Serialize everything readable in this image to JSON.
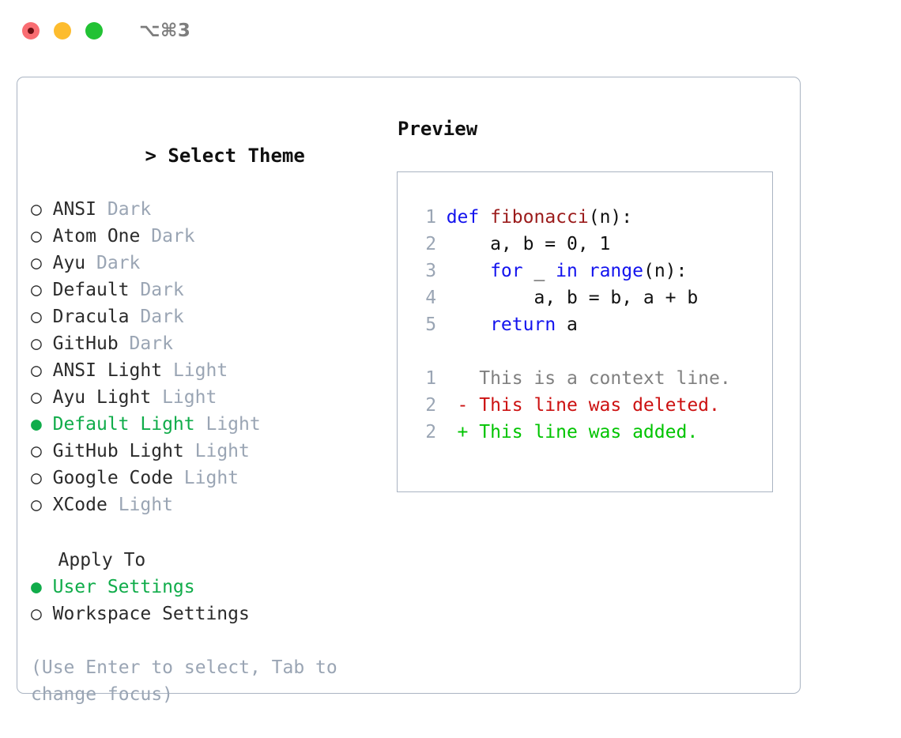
{
  "titlebar": {
    "buttons": [
      "close",
      "minimize",
      "maximize"
    ],
    "shortcut": "⌥⌘3"
  },
  "theme_list": {
    "header": "> Select Theme",
    "caret": ">",
    "header_label": "Select Theme",
    "marker_unselected": "○",
    "marker_selected": "●",
    "accent_color": "#10ac4a",
    "tag_color": "#9aa5b4",
    "items": [
      {
        "name": "ANSI",
        "tag": "Dark",
        "selected": false
      },
      {
        "name": "Atom One",
        "tag": "Dark",
        "selected": false
      },
      {
        "name": "Ayu",
        "tag": "Dark",
        "selected": false
      },
      {
        "name": "Default",
        "tag": "Dark",
        "selected": false
      },
      {
        "name": "Dracula",
        "tag": "Dark",
        "selected": false
      },
      {
        "name": "GitHub",
        "tag": "Dark",
        "selected": false
      },
      {
        "name": "ANSI Light",
        "tag": "Light",
        "selected": false
      },
      {
        "name": "Ayu Light",
        "tag": "Light",
        "selected": false
      },
      {
        "name": "Default Light",
        "tag": "Light",
        "selected": true
      },
      {
        "name": "GitHub Light",
        "tag": "Light",
        "selected": false
      },
      {
        "name": "Google Code",
        "tag": "Light",
        "selected": false
      },
      {
        "name": "XCode",
        "tag": "Light",
        "selected": false
      }
    ]
  },
  "apply_to": {
    "header": "Apply To",
    "items": [
      {
        "name": "User Settings",
        "selected": true
      },
      {
        "name": "Workspace Settings",
        "selected": false
      }
    ]
  },
  "hint": "(Use Enter to select, Tab to change focus)",
  "preview": {
    "title": "Preview",
    "code_lines": [
      {
        "num": "1",
        "tokens": [
          {
            "t": "def",
            "c": "kw"
          },
          {
            "t": " ",
            "c": "plain"
          },
          {
            "t": "fibonacci",
            "c": "fn"
          },
          {
            "t": "(n):",
            "c": "plain"
          }
        ]
      },
      {
        "num": "2",
        "tokens": [
          {
            "t": "    a, b = 0, 1",
            "c": "plain"
          }
        ]
      },
      {
        "num": "3",
        "tokens": [
          {
            "t": "    ",
            "c": "plain"
          },
          {
            "t": "for",
            "c": "kw"
          },
          {
            "t": " _ ",
            "c": "plain"
          },
          {
            "t": "in",
            "c": "kw"
          },
          {
            "t": " ",
            "c": "plain"
          },
          {
            "t": "range",
            "c": "kw"
          },
          {
            "t": "(n):",
            "c": "plain"
          }
        ]
      },
      {
        "num": "4",
        "tokens": [
          {
            "t": "        a, b = b, a + b",
            "c": "plain"
          }
        ]
      },
      {
        "num": "5",
        "tokens": [
          {
            "t": "    ",
            "c": "plain"
          },
          {
            "t": "return",
            "c": "kw"
          },
          {
            "t": " a",
            "c": "plain"
          }
        ]
      }
    ],
    "diff_lines": [
      {
        "num": "1",
        "marker": " ",
        "text": "This is a context line.",
        "kind": "ctx"
      },
      {
        "num": "2",
        "marker": "-",
        "text": "This line was deleted.",
        "kind": "del"
      },
      {
        "num": "2",
        "marker": "+",
        "text": "This line was added.",
        "kind": "add"
      }
    ]
  }
}
